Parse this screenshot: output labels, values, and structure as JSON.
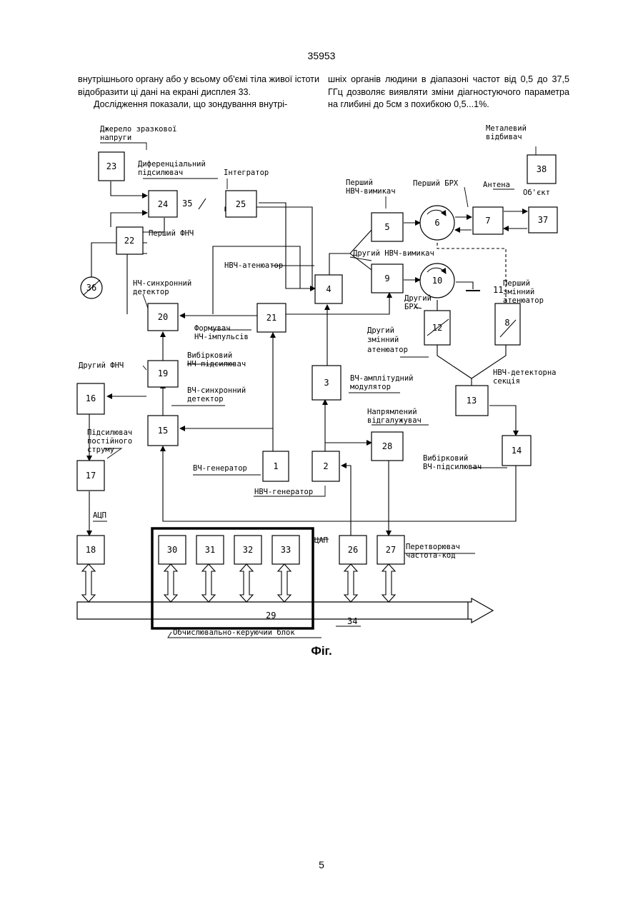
{
  "page": {
    "header_number": "35953",
    "footer_number": "5"
  },
  "text": {
    "left": "внутрішнього органу або у всьому об'ємі тіла живої істоти відобразити ці дані на екрані дисплея 33.",
    "left_indent": "Дослідження показали, що зондування внутрі-",
    "right": "шніх органів людини в діапазоні частот від 0,5 до 37,5 ГГц дозволяє виявляти зміни діагностуючого параметра на глибині до 5см з похибкою 0,5...1%."
  },
  "figure": {
    "caption": "Фіг.",
    "blocks": {
      "b1": "1",
      "b2": "2",
      "b3": "3",
      "b4": "4",
      "b5": "5",
      "b6": "6",
      "b7": "7",
      "b8": "8",
      "b9": "9",
      "b10": "10",
      "b12": "12",
      "b13": "13",
      "b14": "14",
      "b15": "15",
      "b16": "16",
      "b17": "17",
      "b18": "18",
      "b19": "19",
      "b20": "20",
      "b21": "21",
      "b22": "22",
      "b23": "23",
      "b24": "24",
      "b25": "25",
      "b26": "26",
      "b27": "27",
      "b28": "28",
      "b30": "30",
      "b31": "31",
      "b32": "32",
      "b33": "33",
      "b36": "36",
      "b37": "37",
      "b38": "38"
    },
    "marks": {
      "m11": "11",
      "m29": "29",
      "m34": "34",
      "m35": "35"
    },
    "labels": {
      "reference_source_1": "Джерело зразкової",
      "reference_source_2": "напруги",
      "diff_amp_1": "Диференціальний",
      "diff_amp_2": "підсилювач",
      "integrator": "Інтегратор",
      "first_lpf": "Перший ФНЧ",
      "first_switch_1": "Перший",
      "first_switch_2": "НВЧ-вимикач",
      "first_brx": "Перший БРХ",
      "antenna": "Антена",
      "object": "Об'єкт",
      "metal_reflector_1": "Металевий",
      "metal_reflector_2": "відбивач",
      "attenuator": "НВЧ-атенюатор",
      "second_switch": "Другий НВЧ-вимикач",
      "second_brx_1": "Другий",
      "second_brx_2": "БРХ",
      "lf_sync_1": "НЧ-синхронний",
      "lf_sync_2": "детектор",
      "lf_pulse_1": "Формувач",
      "lf_pulse_2": "НЧ-імпульсів",
      "first_var_att_1": "Перший",
      "first_var_att_2": "змінний",
      "first_var_att_3": "атенюатор",
      "second_var_att_1": "Другий",
      "second_var_att_2": "змінний",
      "second_var_att_3": "атенюатор",
      "second_lpf": "Другий ФНЧ",
      "selective_lf_1": "Вибірковий",
      "selective_lf_2": "НЧ-підсилювач",
      "hf_modulator_1": "ВЧ-амплітудний",
      "hf_modulator_2": "модулятор",
      "mw_detector_1": "НВЧ-детекторна",
      "mw_detector_2": "секція",
      "hf_sync_1": "ВЧ-синхронний",
      "hf_sync_2": "детектор",
      "dc_amp_1": "Підсилювач",
      "dc_amp_2": "постійного",
      "dc_amp_3": "струму",
      "coupler_1": "Напрямлений",
      "coupler_2": "відгалужувач",
      "selective_hf_1": "Вибірковий",
      "selective_hf_2": "ВЧ-підсилювач",
      "hf_generator": "ВЧ-генератор",
      "mw_generator": "НВЧ-генератор",
      "adc": "АЦП",
      "dac": "ЦАП",
      "converter_1": "Перетворювач",
      "converter_2": "частота-код",
      "control_unit": "Обчислювально-керуючий блок"
    }
  }
}
